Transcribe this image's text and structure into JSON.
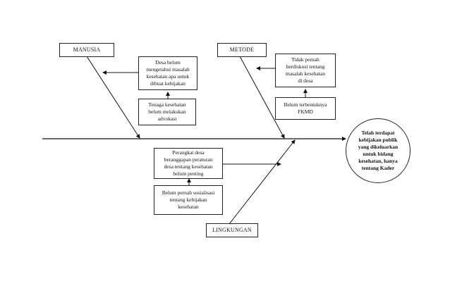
{
  "categories": {
    "manusia": "MANUSIA",
    "metode": "METODE",
    "lingkungan": "LINGKUNGAN"
  },
  "causes": {
    "manusia_1": "Desa belum\nmengetahui masalah\nkesehatan apa untuk\ndibuat kebijakan",
    "manusia_2": "Tenaga kesehatan\nbelum melakukan\nadvokasi",
    "metode_1": "Tidak pernah\nberdiskusi tentang\nmasalah kesehatan\ndi desa",
    "metode_2": "Belum terbentuknya\nFKMD",
    "lingkungan_1": "Perangkat desa\nberanggapan peraturan\ndesa tentang kesehatan\nbelum penting",
    "lingkungan_2": "Belum pernah sosialisasi\ntentang kebijakan\nkesehatan"
  },
  "effect": "Telah terdapat\nkebijakan publik\nyang dikeluarkan\nuntuk bidang\nkesehatan, hanya\ntentang Kader"
}
